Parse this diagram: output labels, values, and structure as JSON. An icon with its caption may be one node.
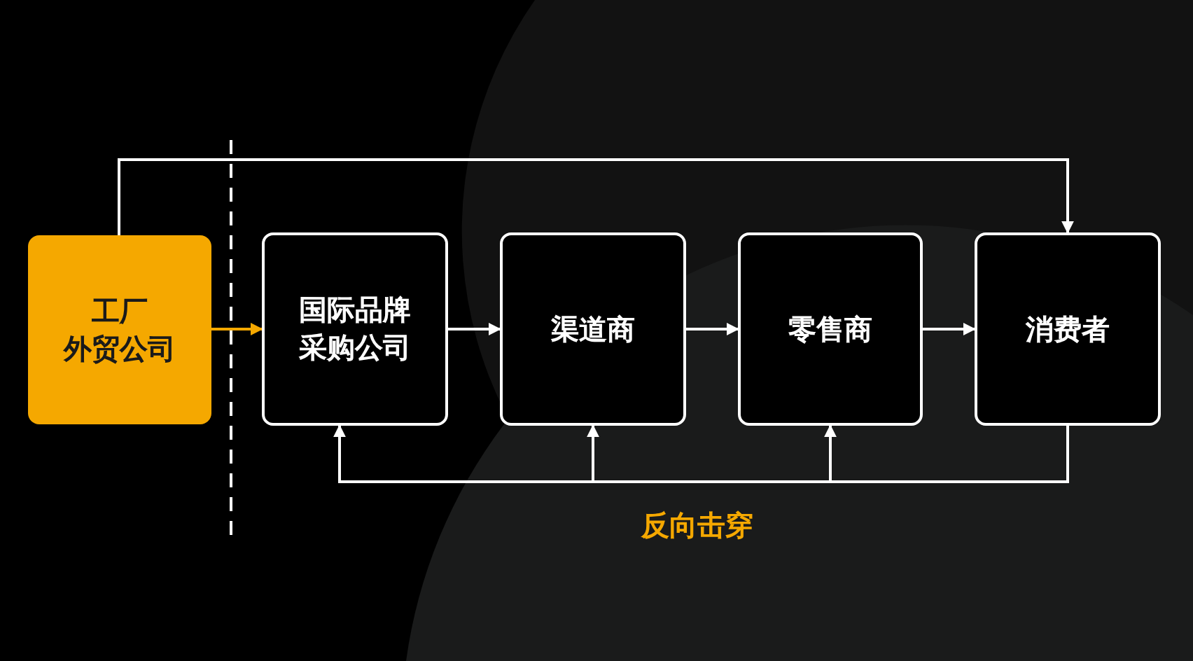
{
  "diagram": {
    "nodes": [
      {
        "text": [
          "工厂",
          "外贸公司"
        ]
      },
      {
        "text": [
          "国际品牌采购公司"
        ]
      },
      {
        "text": [
          "渠道商"
        ]
      },
      {
        "text": [
          "零售商"
        ]
      },
      {
        "text": [
          "消费者"
        ]
      }
    ],
    "edges": [
      {
        "from": 0,
        "to": 1,
        "arrow": "to",
        "color": "#f5a800"
      },
      {
        "from": 1,
        "to": 2,
        "arrow": "to"
      },
      {
        "from": 2,
        "to": 3,
        "arrow": "to"
      },
      {
        "from": 3,
        "to": 4,
        "arrow": "to"
      },
      {
        "from": 0,
        "to": 4,
        "arrow": "to"
      },
      {
        "from": 4,
        "to": 1,
        "arrow": "to"
      },
      {
        "from": 4,
        "to": 2,
        "arrow": "to"
      },
      {
        "from": 4,
        "to": 3,
        "arrow": "to"
      }
    ],
    "labels": [
      "反向击穿"
    ]
  }
}
